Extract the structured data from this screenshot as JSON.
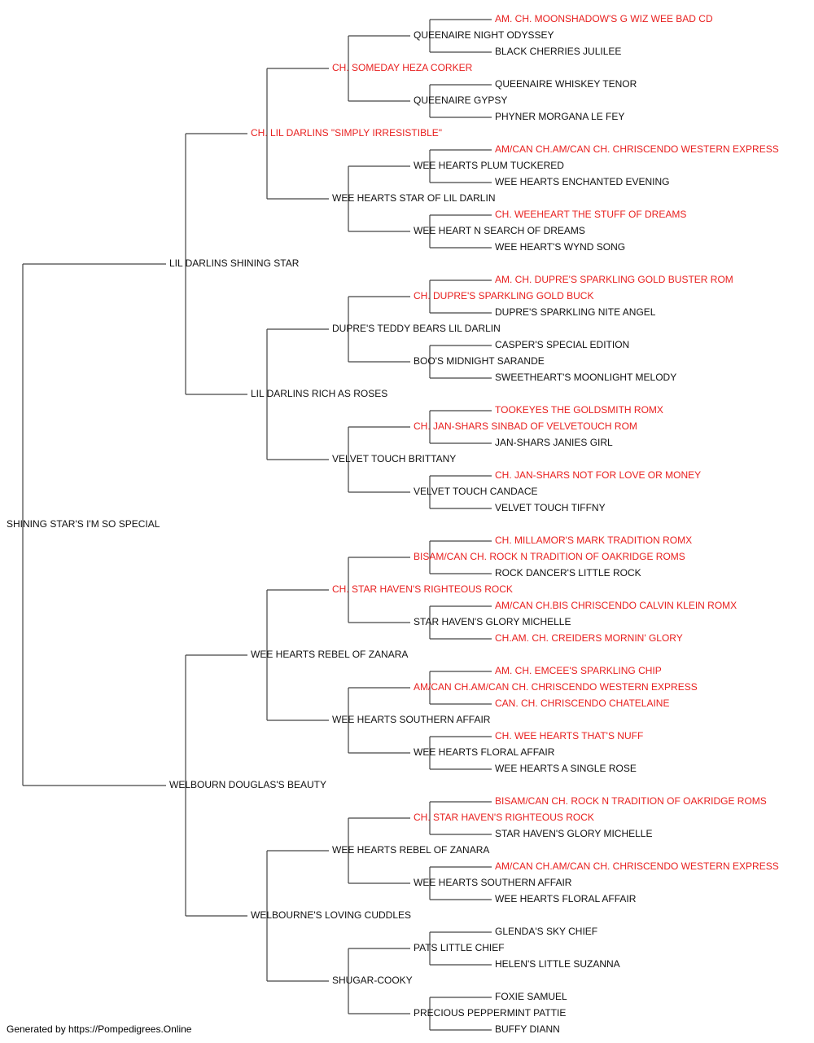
{
  "colors": {
    "champion": "#e8201f",
    "normal": "#111111",
    "line": "#444444"
  },
  "pedigree": {
    "name": "SHINING STAR'S I'M SO SPECIAL",
    "champion": false,
    "sire": {
      "name": "LIL DARLINS SHINING STAR",
      "champion": false,
      "sire": {
        "name": "CH. LIL DARLINS \"SIMPLY IRRESISTIBLE\"",
        "champion": true,
        "sire": {
          "name": "CH. SOMEDAY HEZA CORKER",
          "champion": true,
          "sire": {
            "name": "QUEENAIRE NIGHT ODYSSEY",
            "champion": false,
            "sire": {
              "name": "AM. CH. MOONSHADOW'S G WIZ WEE BAD CD",
              "champion": true
            },
            "dam": {
              "name": "BLACK CHERRIES JULILEE",
              "champion": false
            }
          },
          "dam": {
            "name": "QUEENAIRE GYPSY",
            "champion": false,
            "sire": {
              "name": "QUEENAIRE WHISKEY TENOR",
              "champion": false
            },
            "dam": {
              "name": "PHYNER MORGANA LE FEY",
              "champion": false
            }
          }
        },
        "dam": {
          "name": "WEE HEARTS STAR OF LIL DARLIN",
          "champion": false,
          "sire": {
            "name": "WEE HEARTS PLUM TUCKERED",
            "champion": false,
            "sire": {
              "name": "AM/CAN CH.AM/CAN CH. CHRISCENDO WESTERN EXPRESS",
              "champion": true
            },
            "dam": {
              "name": "WEE HEARTS ENCHANTED EVENING",
              "champion": false
            }
          },
          "dam": {
            "name": "WEE HEART N SEARCH OF DREAMS",
            "champion": false,
            "sire": {
              "name": "CH. WEEHEART THE STUFF OF DREAMS",
              "champion": true
            },
            "dam": {
              "name": "WEE HEART'S WYND SONG",
              "champion": false
            }
          }
        }
      },
      "dam": {
        "name": "LIL DARLINS RICH AS ROSES",
        "champion": false,
        "sire": {
          "name": "DUPRE'S TEDDY BEARS LIL DARLIN",
          "champion": false,
          "sire": {
            "name": "CH. DUPRE'S SPARKLING GOLD BUCK",
            "champion": true,
            "sire": {
              "name": "AM. CH. DUPRE'S SPARKLING GOLD BUSTER ROM",
              "champion": true
            },
            "dam": {
              "name": "DUPRE'S SPARKLING NITE ANGEL",
              "champion": false
            }
          },
          "dam": {
            "name": "BOO'S MIDNIGHT SARANDE",
            "champion": false,
            "sire": {
              "name": "CASPER'S SPECIAL EDITION",
              "champion": false
            },
            "dam": {
              "name": "SWEETHEART'S MOONLIGHT MELODY",
              "champion": false
            }
          }
        },
        "dam": {
          "name": "VELVET TOUCH BRITTANY",
          "champion": false,
          "sire": {
            "name": "CH. JAN-SHARS SINBAD OF VELVETOUCH ROM",
            "champion": true,
            "sire": {
              "name": "TOOKEYES THE GOLDSMITH ROMX",
              "champion": true
            },
            "dam": {
              "name": "JAN-SHARS JANIES GIRL",
              "champion": false
            }
          },
          "dam": {
            "name": "VELVET TOUCH CANDACE",
            "champion": false,
            "sire": {
              "name": "CH. JAN-SHARS NOT FOR LOVE OR MONEY",
              "champion": true
            },
            "dam": {
              "name": "VELVET TOUCH TIFFNY",
              "champion": false
            }
          }
        }
      }
    },
    "dam": {
      "name": "WELBOURN DOUGLAS'S BEAUTY",
      "champion": false,
      "sire": {
        "name": "WEE HEARTS REBEL OF ZANARA",
        "champion": false,
        "sire": {
          "name": "CH. STAR HAVEN'S RIGHTEOUS ROCK",
          "champion": true,
          "sire": {
            "name": "BISAM/CAN CH. ROCK N TRADITION OF OAKRIDGE ROMS",
            "champion": true,
            "sire": {
              "name": "CH. MILLAMOR'S MARK TRADITION ROMX",
              "champion": true
            },
            "dam": {
              "name": "ROCK DANCER'S LITTLE ROCK",
              "champion": false
            }
          },
          "dam": {
            "name": "STAR HAVEN'S GLORY MICHELLE",
            "champion": false,
            "sire": {
              "name": "AM/CAN CH.BIS CHRISCENDO CALVIN KLEIN ROMX",
              "champion": true
            },
            "dam": {
              "name": "CH.AM. CH. CREIDERS MORNIN' GLORY",
              "champion": true
            }
          }
        },
        "dam": {
          "name": "WEE HEARTS SOUTHERN AFFAIR",
          "champion": false,
          "sire": {
            "name": "AM/CAN CH.AM/CAN CH. CHRISCENDO WESTERN EXPRESS",
            "champion": true,
            "sire": {
              "name": "AM. CH. EMCEE'S SPARKLING CHIP",
              "champion": true
            },
            "dam": {
              "name": "CAN. CH. CHRISCENDO CHATELAINE",
              "champion": true
            }
          },
          "dam": {
            "name": "WEE HEARTS FLORAL AFFAIR",
            "champion": false,
            "sire": {
              "name": "CH. WEE HEARTS THAT'S NUFF",
              "champion": true
            },
            "dam": {
              "name": "WEE HEARTS A SINGLE ROSE",
              "champion": false
            }
          }
        }
      },
      "dam": {
        "name": "WELBOURNE'S LOVING CUDDLES",
        "champion": false,
        "sire": {
          "name": "WEE HEARTS REBEL OF ZANARA",
          "champion": false,
          "sire": {
            "name": "CH. STAR HAVEN'S RIGHTEOUS ROCK",
            "champion": true,
            "sire": {
              "name": "BISAM/CAN CH. ROCK N TRADITION OF OAKRIDGE ROMS",
              "champion": true
            },
            "dam": {
              "name": "STAR HAVEN'S GLORY MICHELLE",
              "champion": false
            }
          },
          "dam": {
            "name": "WEE HEARTS SOUTHERN AFFAIR",
            "champion": false,
            "sire": {
              "name": "AM/CAN CH.AM/CAN CH. CHRISCENDO WESTERN EXPRESS",
              "champion": true
            },
            "dam": {
              "name": "WEE HEARTS FLORAL AFFAIR",
              "champion": false
            }
          }
        },
        "dam": {
          "name": "SHUGAR-COOKY",
          "champion": false,
          "sire": {
            "name": "PATS LITTLE CHIEF",
            "champion": false,
            "sire": {
              "name": "GLENDA'S SKY CHIEF",
              "champion": false
            },
            "dam": {
              "name": "HELEN'S LITTLE SUZANNA",
              "champion": false
            }
          },
          "dam": {
            "name": "PRECIOUS PEPPERMINT PATTIE",
            "champion": false,
            "sire": {
              "name": "FOXIE SAMUEL",
              "champion": false
            },
            "dam": {
              "name": "BUFFY DIANN",
              "champion": false
            }
          }
        }
      }
    }
  },
  "footer": {
    "text": "Generated by https://Pompedigrees.Online"
  }
}
